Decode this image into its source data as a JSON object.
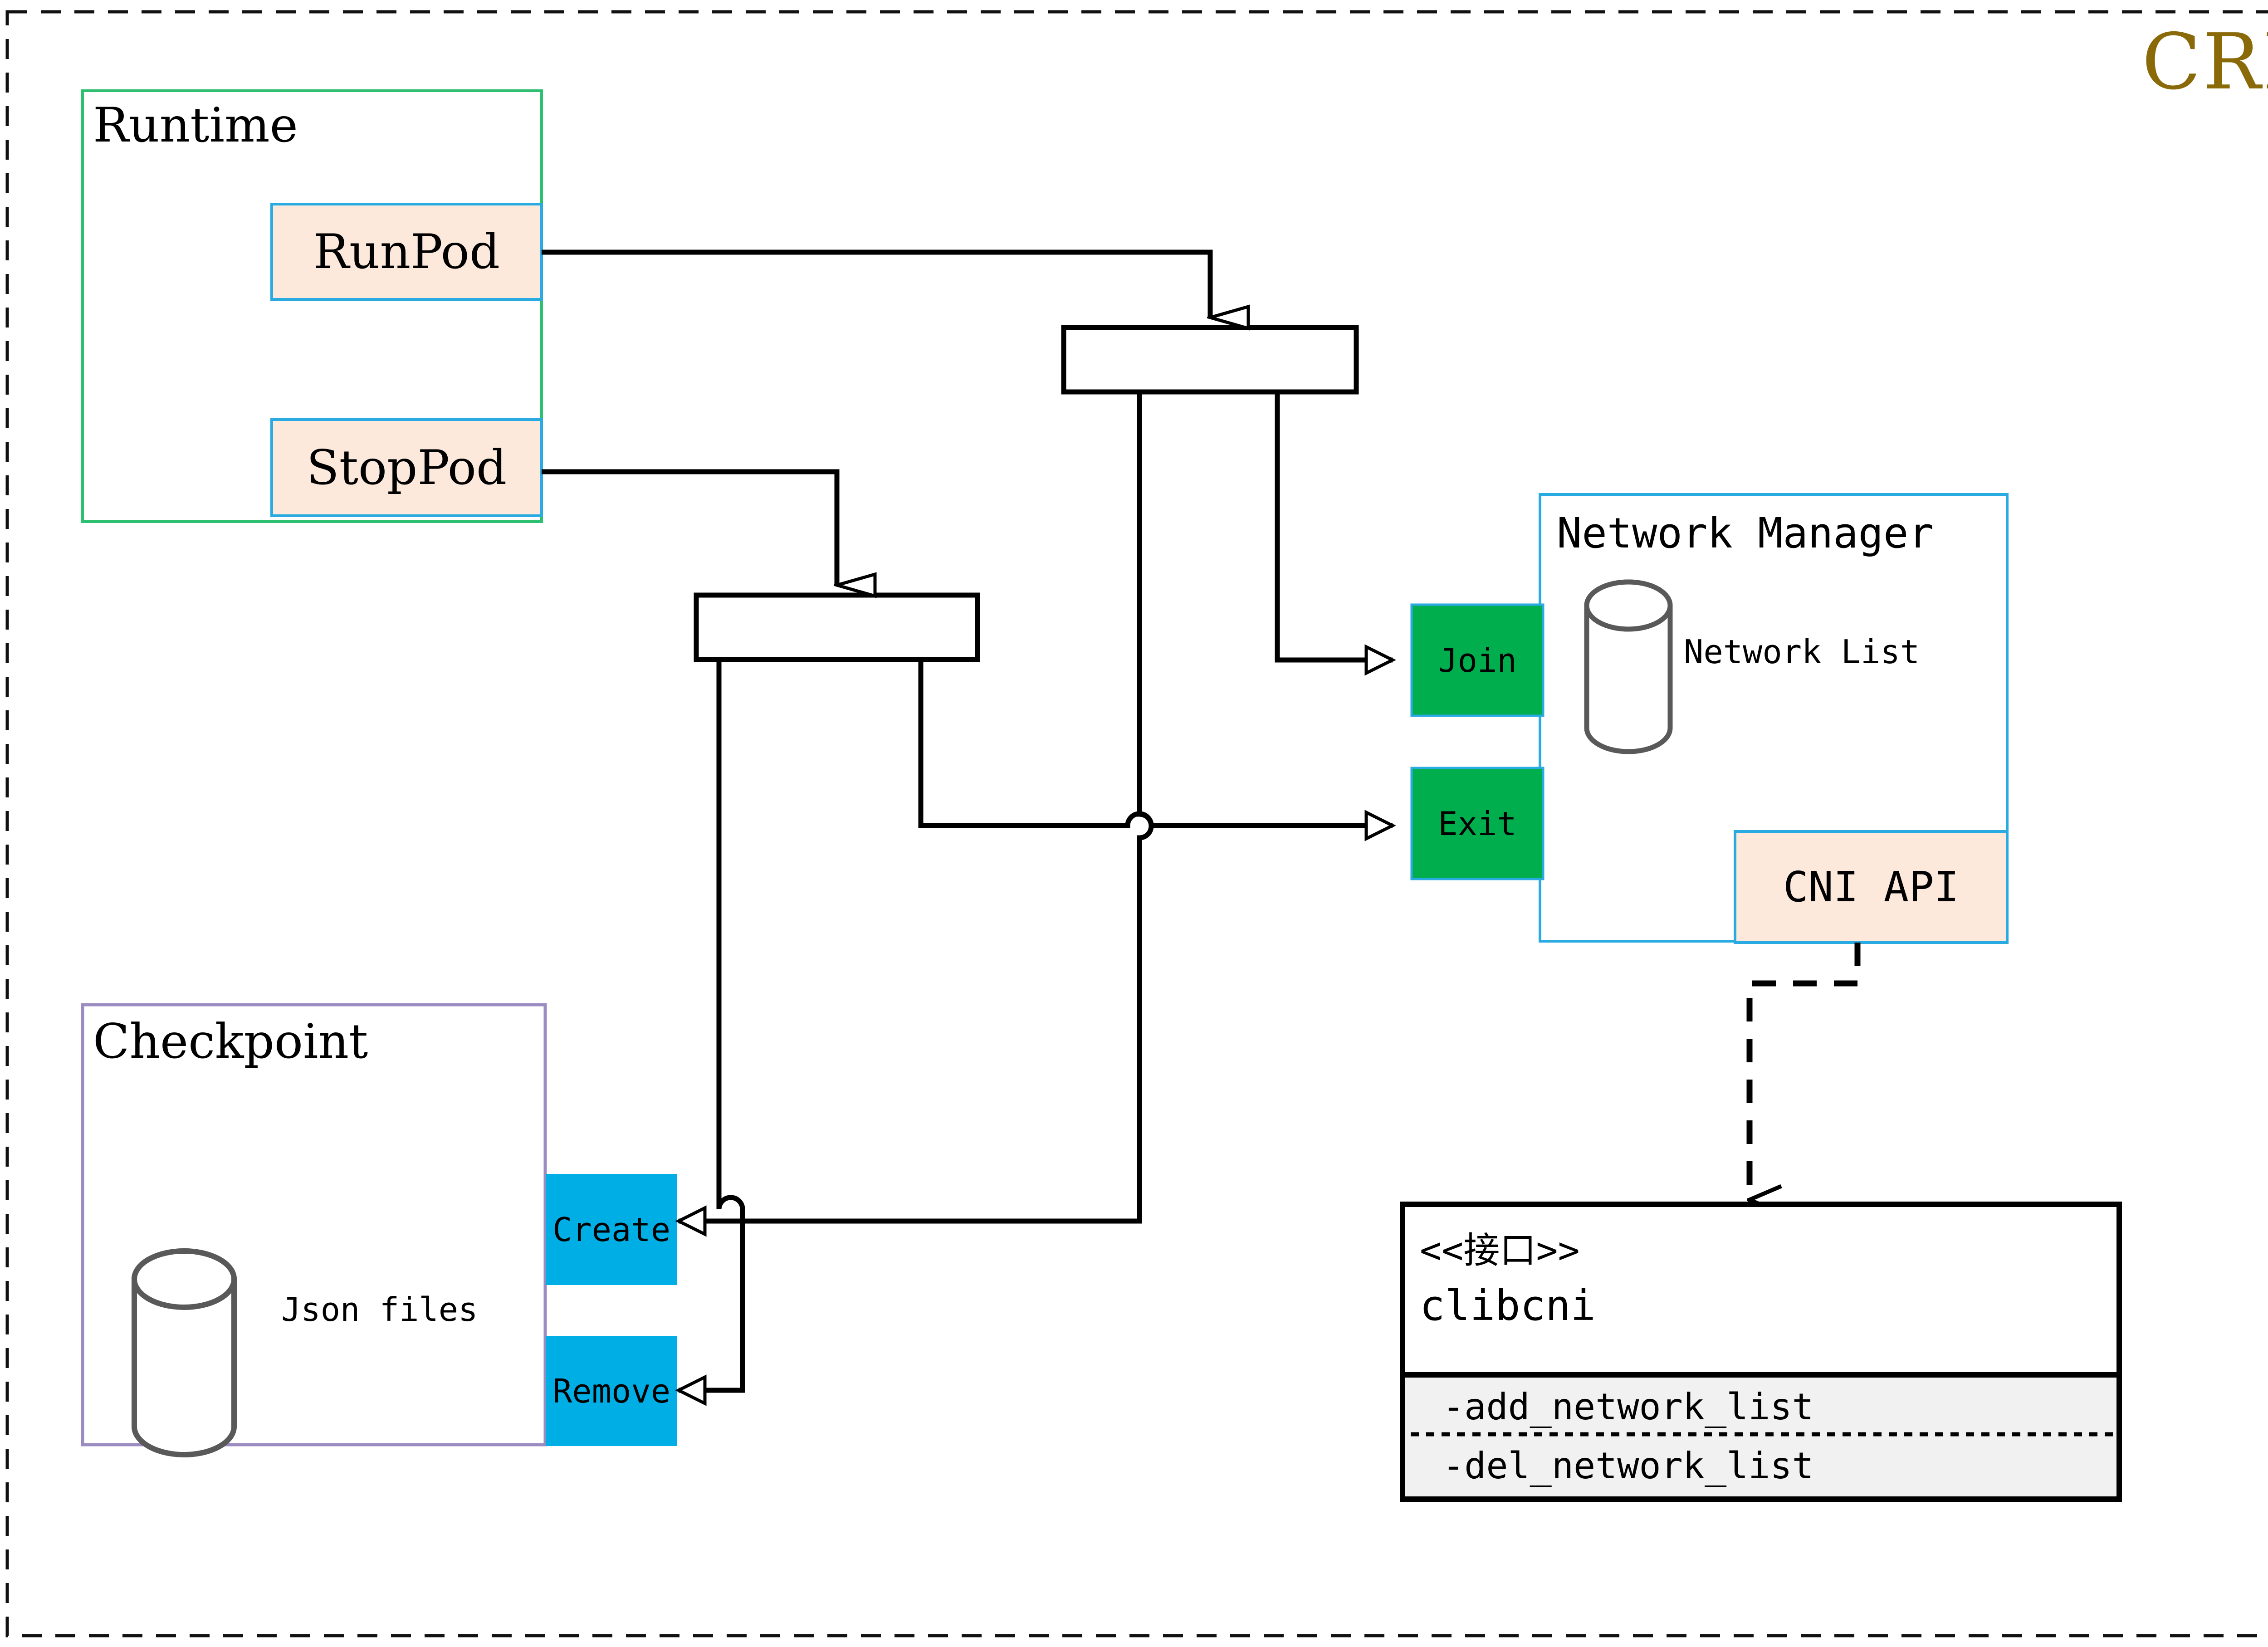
{
  "diagram": {
    "title": "CRI",
    "title_color": "#8a6a08",
    "outer_border_style": "dashed"
  },
  "colors": {
    "peach_fill": "#fce9dc",
    "blue_border": "#29aae1",
    "green_border": "#2fbf71",
    "purple_border": "#9b8bc0",
    "green_fill": "#00ae4d",
    "cyan_fill": "#00aee6",
    "cylinder_stroke": "#595959",
    "method_band": "#f1f1f1",
    "line": "#000000"
  },
  "runtime": {
    "label": "Runtime",
    "operations": [
      {
        "label": "RunPod"
      },
      {
        "label": "StopPod"
      }
    ]
  },
  "checkpoint": {
    "label": "Checkpoint",
    "store_label": "Json files",
    "operations": [
      {
        "label": "Create"
      },
      {
        "label": "Remove"
      }
    ]
  },
  "network_manager": {
    "label": "Network Manager",
    "store_label": "Network List",
    "operations": [
      {
        "label": "Join"
      },
      {
        "label": "Exit"
      }
    ],
    "api": {
      "label": "CNI API"
    }
  },
  "interface": {
    "stereotype": "<<接口>>",
    "name": "clibcni",
    "methods": [
      "-add_network_list",
      "-del_network_list"
    ]
  },
  "junctions": [
    {
      "name": "runpod-fork"
    },
    {
      "name": "stoppod-fork"
    }
  ]
}
